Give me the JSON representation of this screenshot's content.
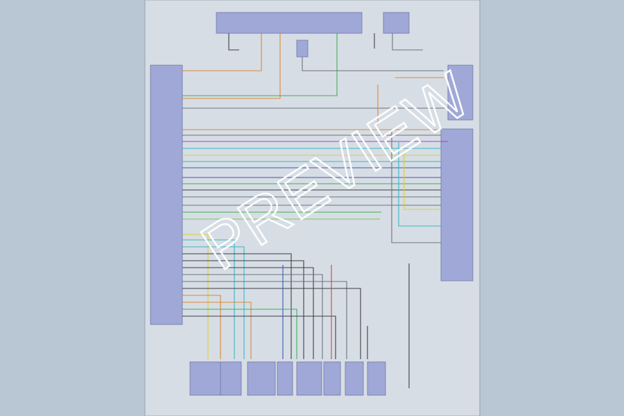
{
  "watermark": {
    "text": "PREVIEW"
  },
  "main_module": {
    "pins": [
      "",
      "",
      "",
      "",
      "",
      "",
      "",
      "",
      "",
      "",
      "",
      "",
      "",
      "",
      "",
      "",
      "",
      "",
      "",
      "",
      "",
      "",
      "",
      "",
      "",
      "",
      "",
      "",
      "",
      "",
      "",
      "",
      "",
      "",
      ""
    ]
  },
  "wire_colors": {
    "orange": "#d9893a",
    "green": "#3fae59",
    "cyan": "#38b6c9",
    "yellow": "#d8cf3c",
    "purple": "#b13ad0",
    "blue": "#3d57b8",
    "gray": "#6d747b",
    "dark": "#3a3f45",
    "red": "#c9473f",
    "lightgreen": "#79c852"
  },
  "sensors": [
    {
      "id": "sensor-1"
    },
    {
      "id": "sensor-2"
    },
    {
      "id": "sensor-3"
    },
    {
      "id": "sensor-4"
    },
    {
      "id": "sensor-5"
    },
    {
      "id": "sensor-6"
    },
    {
      "id": "sensor-7"
    },
    {
      "id": "sensor-8"
    }
  ]
}
